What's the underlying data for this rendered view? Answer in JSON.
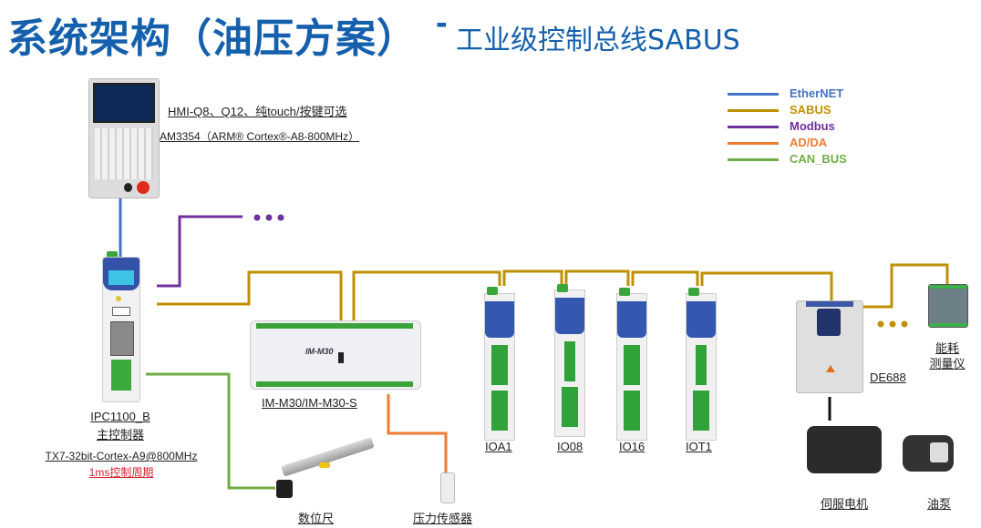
{
  "title": {
    "main": "系统架构（油压方案）",
    "dash": "-",
    "sub": "工业级控制总线SABUS"
  },
  "legend": [
    {
      "label": "EtherNET",
      "color": "#4472c4"
    },
    {
      "label": "SABUS",
      "color": "#bf9000"
    },
    {
      "label": "Modbus",
      "color": "#7030a0"
    },
    {
      "label": "AD/DA",
      "color": "#ed7d31"
    },
    {
      "label": "CAN_BUS",
      "color": "#70ad47"
    }
  ],
  "colors": {
    "title": "#1560ad",
    "ethernet": "#4472c4",
    "sabus": "#bf9000",
    "modbus": "#7030a0",
    "adda": "#ed7d31",
    "canbus": "#70ad47",
    "highlight_red": "#d9232e"
  },
  "hmi": {
    "line1": "HMI-Q8、Q12、纯touch/按键可选",
    "line2": "AM3354（ARM® Cortex®-A8-800MHz）"
  },
  "controller": {
    "model": "IPC1100_B",
    "role": "主控制器",
    "cpu": "TX7-32bit-Cortex-A9@800MHz",
    "cycle": "1ms控制周期"
  },
  "modules": {
    "im_m30": "IM-M30/IM-M30-S",
    "im_m30_logo": "IM-M30",
    "io": [
      "IOA1",
      "IO08",
      "IO16",
      "IOT1"
    ],
    "drive": "DE688",
    "meter": "能耗\n测量仪",
    "meter_l1": "能耗",
    "meter_l2": "测量仪",
    "motor": "伺服电机",
    "pump": "油泵",
    "scale": "数位尺",
    "sensor": "压力传感器"
  }
}
